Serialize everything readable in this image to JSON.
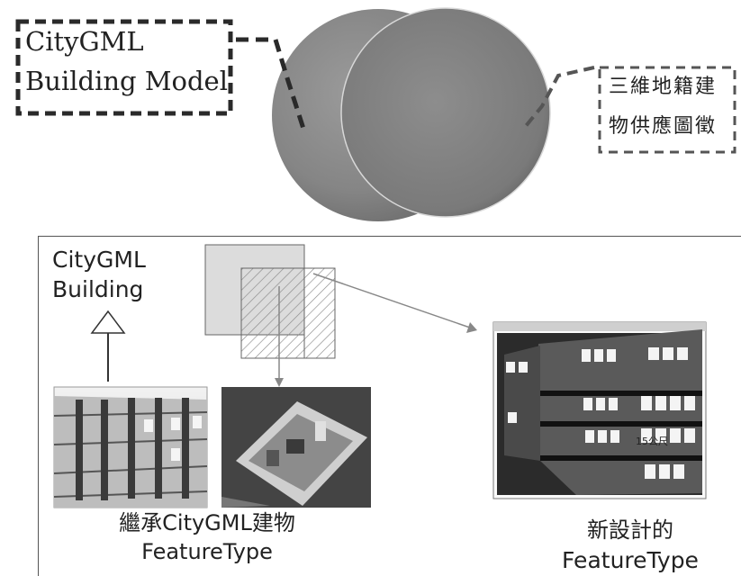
{
  "venn": {
    "left_label": [
      "CityGML",
      "Building Model"
    ],
    "right_label": [
      "三維地籍建",
      "物供應圖徵"
    ]
  },
  "panel": {
    "base_title": [
      "CityGML",
      "Building"
    ],
    "caption_left": [
      "繼承CityGML建物",
      "FeatureType"
    ],
    "caption_right": [
      "新設計的",
      "FeatureType"
    ],
    "screen_label": "15公尺"
  },
  "colors": {
    "circle_fill": "#8a8a8a",
    "dashes": "#333333",
    "hatch": "#999999"
  }
}
